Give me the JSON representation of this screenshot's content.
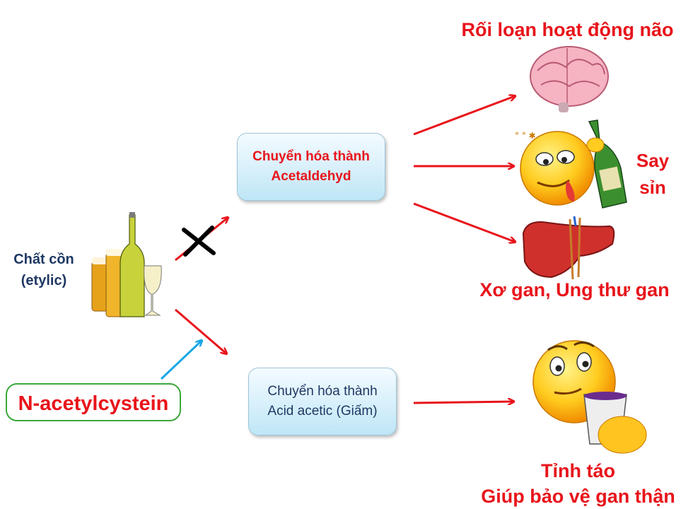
{
  "source": {
    "label_line1": "Chất cồn",
    "label_line2": "(etylic)"
  },
  "process_top": {
    "line1": "Chuyển hóa thành",
    "line2": "Acetaldehyd"
  },
  "process_bottom": {
    "line1": "Chuyển hóa thành",
    "line2": "Acid acetic (Giấm)"
  },
  "antidote": {
    "label": "N-acetylcystein"
  },
  "effects": {
    "brain": "Rối loạn hoạt động não",
    "drunk_line1": "Say",
    "drunk_line2": "sỉn",
    "liver": "Xơ gan, Ung thư gan",
    "sober_line1": "Tỉnh táo",
    "sober_line2": "Giúp bảo vệ gan thận"
  },
  "colors": {
    "red": "#e8141b",
    "blue": "#19a7e6",
    "green": "#3aa93a",
    "navy": "#1f3864"
  }
}
